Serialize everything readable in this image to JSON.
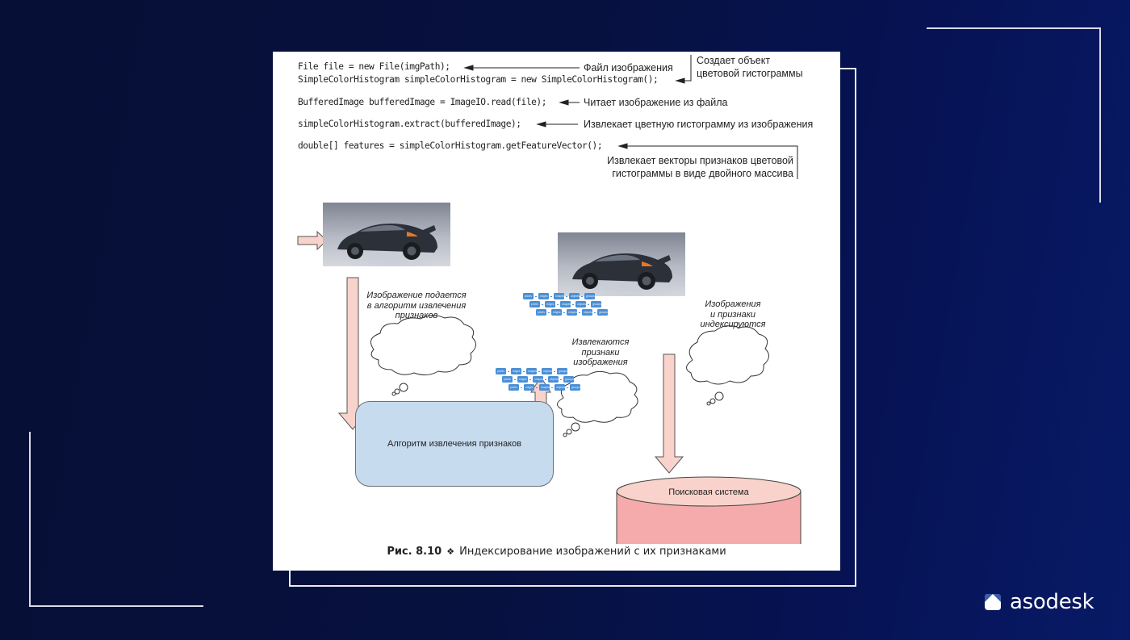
{
  "code_lines": [
    "File file = new File(imgPath);",
    "SimpleColorHistogram simpleColorHistogram = new SimpleColorHistogram();",
    "BufferedImage bufferedImage = ImageIO.read(file);",
    "simpleColorHistogram.extract(bufferedImage);",
    "double[] features = simpleColorHistogram.getFeatureVector();"
  ],
  "annotations": {
    "file_image": "Файл изображения",
    "creates_object_1": "Создает объект",
    "creates_object_2": "цветовой гистограммы",
    "reads_image": "Читает изображение из файла",
    "extracts_histogram": "Извлекает цветную гистограмму из изображения",
    "extracts_vectors_1": "Извлекает векторы признаков цветовой",
    "extracts_vectors_2": "гистограммы в виде двойного массива"
  },
  "diagram": {
    "cloud_feed": [
      "Изображение подается",
      "в алгоритм извлечения",
      "признаков"
    ],
    "cloud_extract": [
      "Извлекаются",
      "признаки",
      "изображения"
    ],
    "cloud_index": [
      "Изображения",
      "и признаки",
      "индексируются"
    ],
    "algorithm_box": "Алгоритм извлечения признаков",
    "search_system": "Поисковая система",
    "feature_chips": [
      "pixels",
      "edges",
      "shapes",
      "objects",
      "groups"
    ]
  },
  "caption": {
    "figure_label": "Рис. 8.10",
    "separator": "❖",
    "title": "Индексирование изображений с их признаками"
  },
  "brand": {
    "name": "asodesk"
  }
}
